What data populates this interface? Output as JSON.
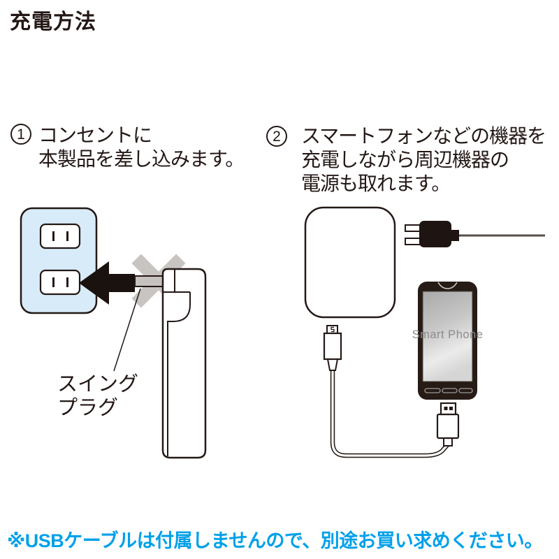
{
  "page": {
    "title": "充電方法"
  },
  "steps": [
    {
      "number": "1",
      "lines": [
        "コンセントに",
        "本製品を差し込みます。"
      ]
    },
    {
      "number": "2",
      "lines": [
        "スマートフォンなどの機器を",
        "充電しながら周辺機器の",
        "電源も取れます。"
      ]
    }
  ],
  "labels": {
    "swing_plug_line1": "スイング",
    "swing_plug_line2": "プラグ",
    "phone_screen": "Smart Phone"
  },
  "note": "※USBケーブルは付属しませんので、別途お買い求めください。",
  "colors": {
    "text_dark": "#231815",
    "note_blue": "#00A0E9",
    "outlet_blue": "#D8EBF8",
    "indicator_gray": "#C8C4C1",
    "plug_black": "#1E1412",
    "phone_body": "#261B15",
    "screen_text_gray": "#8C8C8C"
  }
}
